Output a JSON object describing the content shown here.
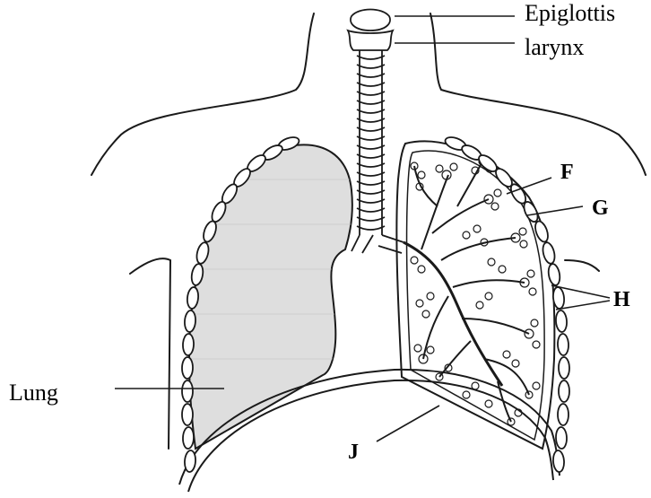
{
  "labels": {
    "epiglottis": "Epiglottis",
    "larynx": "larynx",
    "f": "F",
    "g": "G",
    "h": "H",
    "lung": "Lung",
    "j": "J"
  },
  "colors": {
    "ink": "#1a1a1a",
    "lung_fill": "#dedede",
    "background": "#ffffff"
  }
}
